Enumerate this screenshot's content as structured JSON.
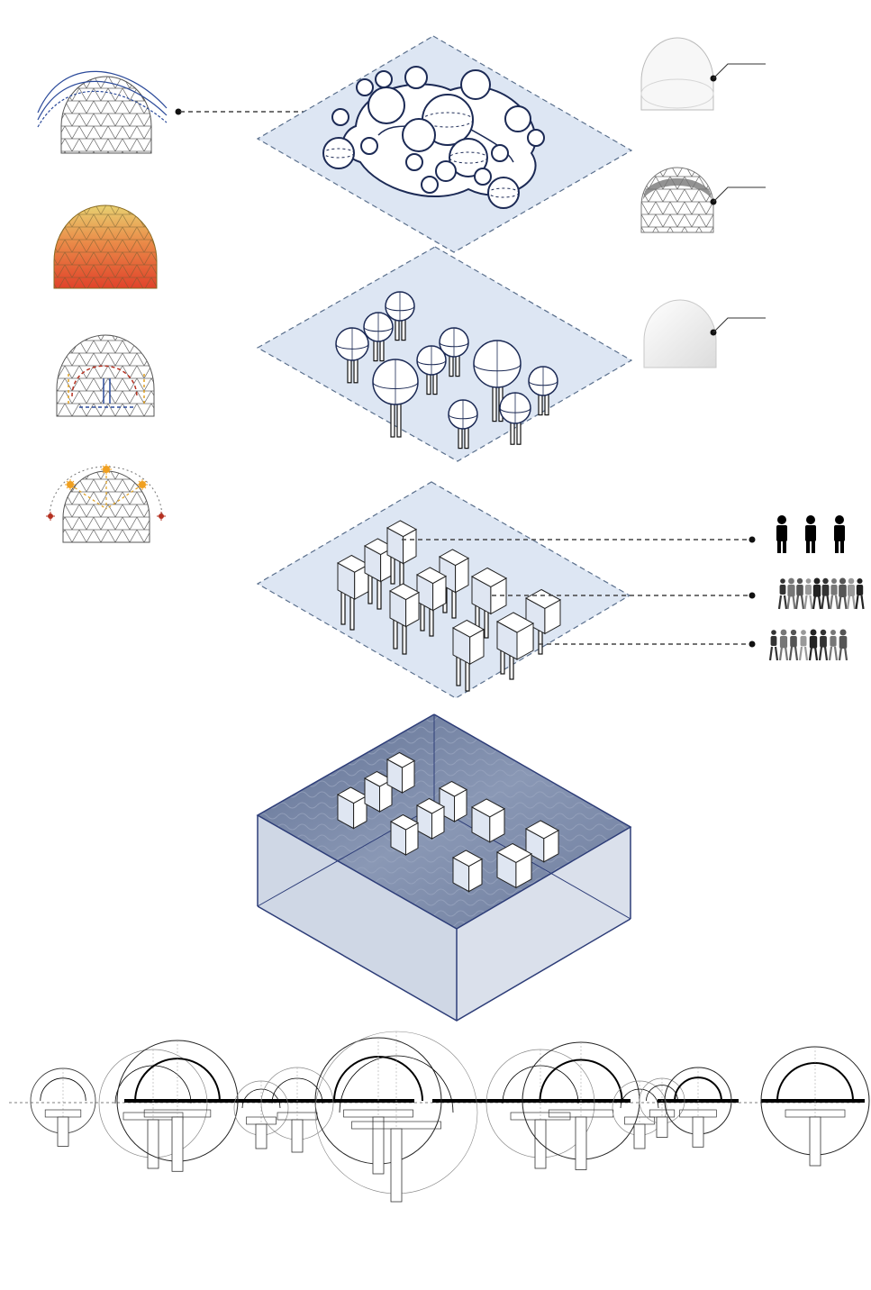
{
  "diagram": {
    "colors": {
      "plate_fill": "#dde6f3",
      "plate_stroke": "#5a6f8c",
      "pod_stroke": "#1c2a55",
      "water_dark": "#6d7c9b",
      "water_light": "#b3bfd3",
      "heat_top": "#e8d070",
      "heat_bottom": "#e0422a",
      "sun": "#f0a020",
      "airflow_blue": "#2b4a9a",
      "airflow_red": "#b53020",
      "people": "#000000"
    },
    "left_icons": [
      "dome-wind-icon",
      "dome-heat-icon",
      "dome-airflow-icon",
      "dome-sun-path-icon"
    ],
    "right_icons": [
      "dome-transparent-icon",
      "dome-partial-shade-icon",
      "dome-opaque-icon"
    ],
    "people_legend": [
      "person-silhouette-icon",
      "crowd-photo-icon",
      "crowd-photo-icon"
    ],
    "layers": [
      "dome-cluster-plate",
      "pod-grid-plate",
      "building-plate",
      "water-volume",
      "section-elevation"
    ]
  }
}
